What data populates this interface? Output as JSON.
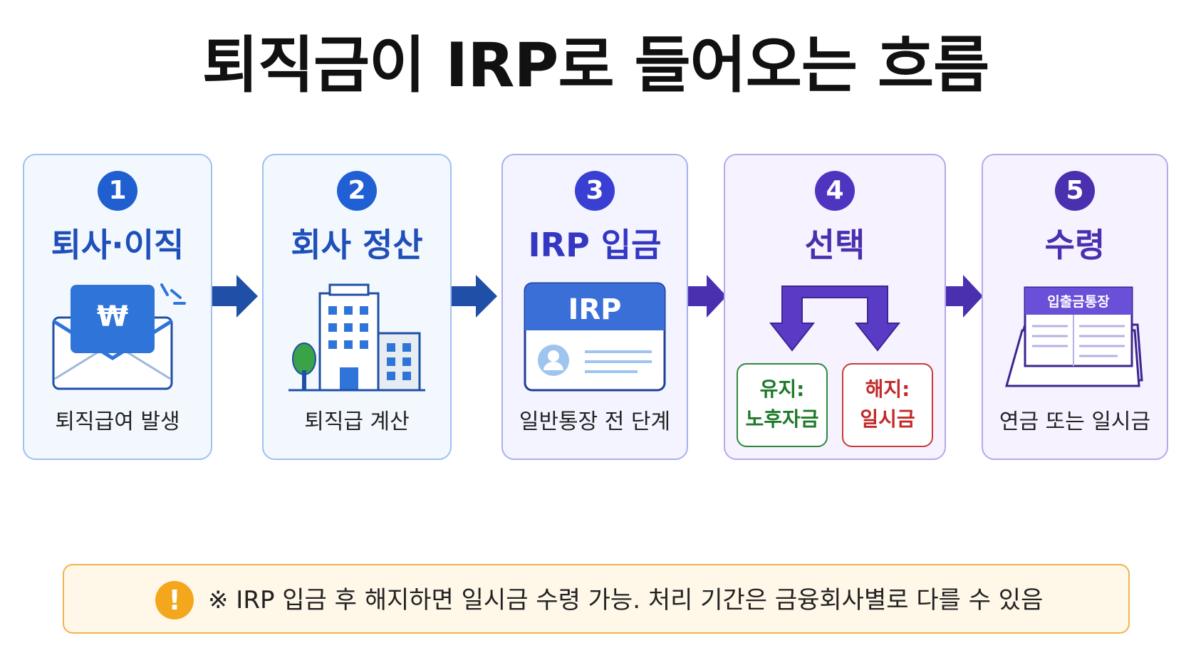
{
  "title": "퇴직금이 IRP로 들어오는 흐름",
  "steps": [
    {
      "number": "1",
      "title": "퇴사·이직",
      "caption": "퇴직급여 발생",
      "icon_label": "₩",
      "icon": "envelope-money-icon"
    },
    {
      "number": "2",
      "title": "회사 정산",
      "caption": "퇴직급 계산",
      "icon": "company-building-icon"
    },
    {
      "number": "3",
      "title": "IRP 입금",
      "caption": "일반통장 전 단계",
      "icon_label": "IRP",
      "icon": "irp-account-card-icon"
    },
    {
      "number": "4",
      "title": "선택",
      "icon": "split-arrow-icon",
      "options": [
        {
          "label": "유지:",
          "value": "노후자금"
        },
        {
          "label": "해지:",
          "value": "일시금"
        }
      ]
    },
    {
      "number": "5",
      "title": "수령",
      "caption": "연금 또는 일시금",
      "icon_label": "입출금통장",
      "icon": "bankbook-icon"
    }
  ],
  "notice": {
    "icon_label": "!",
    "text": "※ IRP 입금 후 해지하면 일시금 수령 가능. 처리 기간은 금융회사별로 다를 수 있음"
  },
  "colors": {
    "step1": "#1f5fd0",
    "step2": "#2160d4",
    "step3": "#3a3fd4",
    "step4": "#4f34c0",
    "step5": "#4a2fae",
    "keep": "#1e7a2a",
    "cancel": "#c22a2a",
    "notice_border": "#f2b24f",
    "warn": "#f4a71d"
  }
}
